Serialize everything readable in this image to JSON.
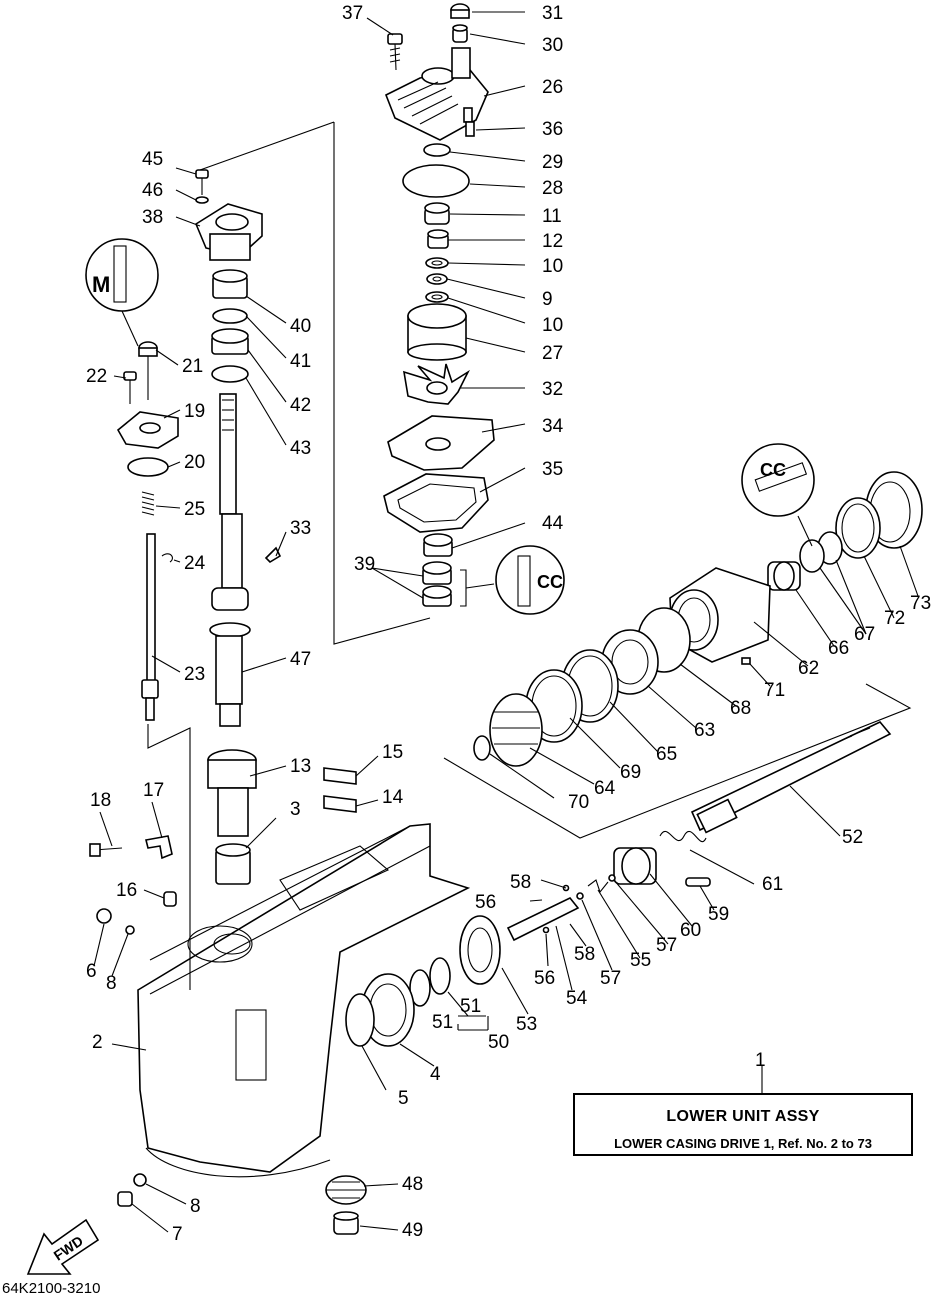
{
  "assembly": {
    "ref_no": "1",
    "title": "LOWER UNIT ASSY",
    "description": "LOWER CASING DRIVE 1,  Ref. No. 2 to 73"
  },
  "drawing_id": "64K2100-3210",
  "direction_label": "FWD",
  "callouts": [
    "37",
    "31",
    "30",
    "26",
    "36",
    "29",
    "28",
    "11",
    "12",
    "10",
    "9",
    "10",
    "27",
    "32",
    "34",
    "35",
    "44",
    "39",
    "45",
    "46",
    "38",
    "40",
    "41",
    "42",
    "43",
    "21",
    "22",
    "19",
    "20",
    "25",
    "24",
    "23",
    "33",
    "47",
    "13",
    "15",
    "14",
    "3",
    "18",
    "17",
    "16",
    "6",
    "8",
    "2",
    "5",
    "4",
    "51",
    "51",
    "50",
    "53",
    "58",
    "56",
    "56",
    "58",
    "54",
    "57",
    "55",
    "57",
    "60",
    "59",
    "61",
    "52",
    "70",
    "64",
    "69",
    "65",
    "63",
    "68",
    "71",
    "62",
    "66",
    "67",
    "72",
    "73",
    "48",
    "49",
    "8",
    "7",
    "1"
  ]
}
